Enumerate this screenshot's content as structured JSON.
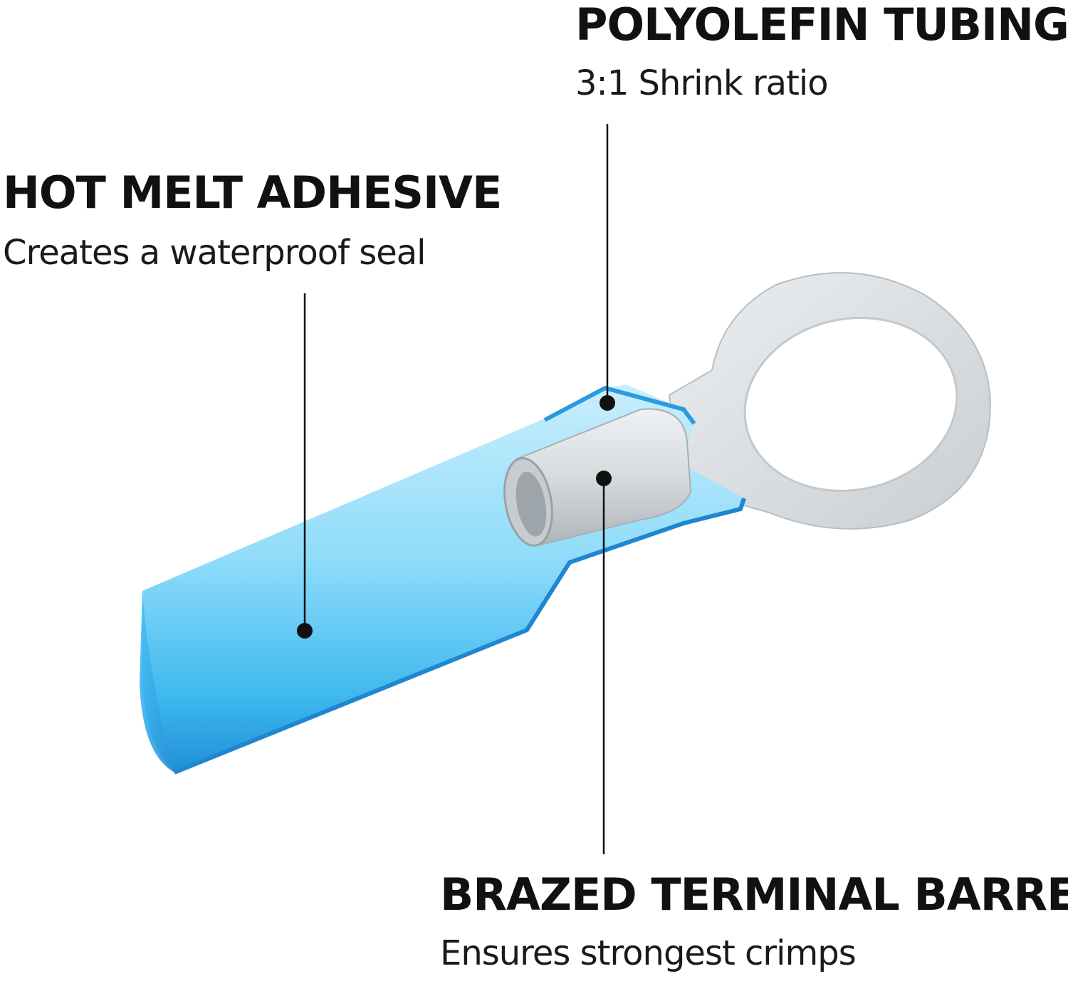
{
  "callouts": {
    "polyolefin": {
      "title": "POLYOLEFIN TUBING",
      "subtitle": "3:1 Shrink ratio"
    },
    "hot_melt": {
      "title": "HOT MELT ADHESIVE",
      "subtitle": "Creates a waterproof seal"
    },
    "brazed": {
      "title": "BRAZED TERMINAL BARREL",
      "subtitle": "Ensures strongest crimps"
    }
  },
  "colors": {
    "tubing_blue": "#2fa8e8",
    "tubing_light": "#9fe0fb",
    "metal": "#d9dde0",
    "leader_line": "#111111"
  }
}
